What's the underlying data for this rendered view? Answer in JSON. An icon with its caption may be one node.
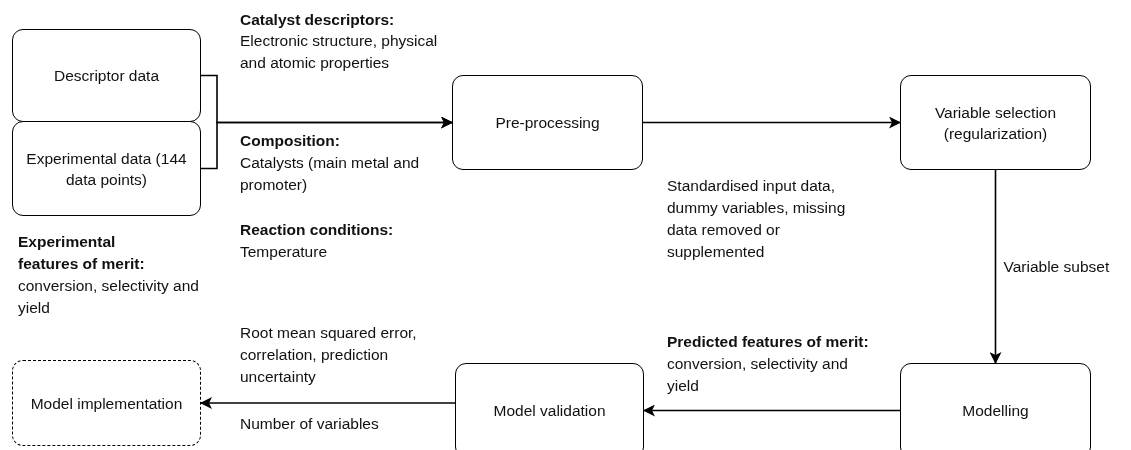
{
  "diagram": {
    "nodes": [
      {
        "text": [
          "Descriptor data"
        ]
      },
      {
        "text": [
          "Experimental data (144 data points)"
        ]
      },
      {
        "text": [
          "Pre-processing"
        ]
      },
      {
        "text": [
          "Variable selection (regularization)"
        ]
      },
      {
        "text": [
          "Modelling"
        ]
      },
      {
        "text": [
          "Model validation"
        ]
      },
      {
        "text": [
          "Model implementation"
        ]
      }
    ],
    "edges": [
      {
        "from": 0,
        "to": 2,
        "arrow": "to"
      },
      {
        "from": 1,
        "to": 2,
        "arrow": "to"
      },
      {
        "from": 2,
        "to": 3,
        "arrow": "to"
      },
      {
        "from": 3,
        "to": 4,
        "arrow": "to",
        "label": "Variable subset"
      },
      {
        "from": 4,
        "to": 5,
        "arrow": "to"
      },
      {
        "from": 5,
        "to": 6,
        "arrow": "to"
      }
    ],
    "labels": [
      "Catalyst descriptors:",
      "Electronic structure, physical and atomic properties",
      "Composition:",
      "Catalysts (main metal and promoter)",
      "Reaction conditions:",
      "Temperature",
      "Standardised input data, dummy variables, missing data removed or supplemented",
      "Experimental features of merit:",
      "conversion, selectivity and yield",
      "Root mean squared error, correlation, prediction uncertainty",
      "**Predicted features of merit:** conversion, selectivity and yield",
      "Number of variables"
    ]
  }
}
